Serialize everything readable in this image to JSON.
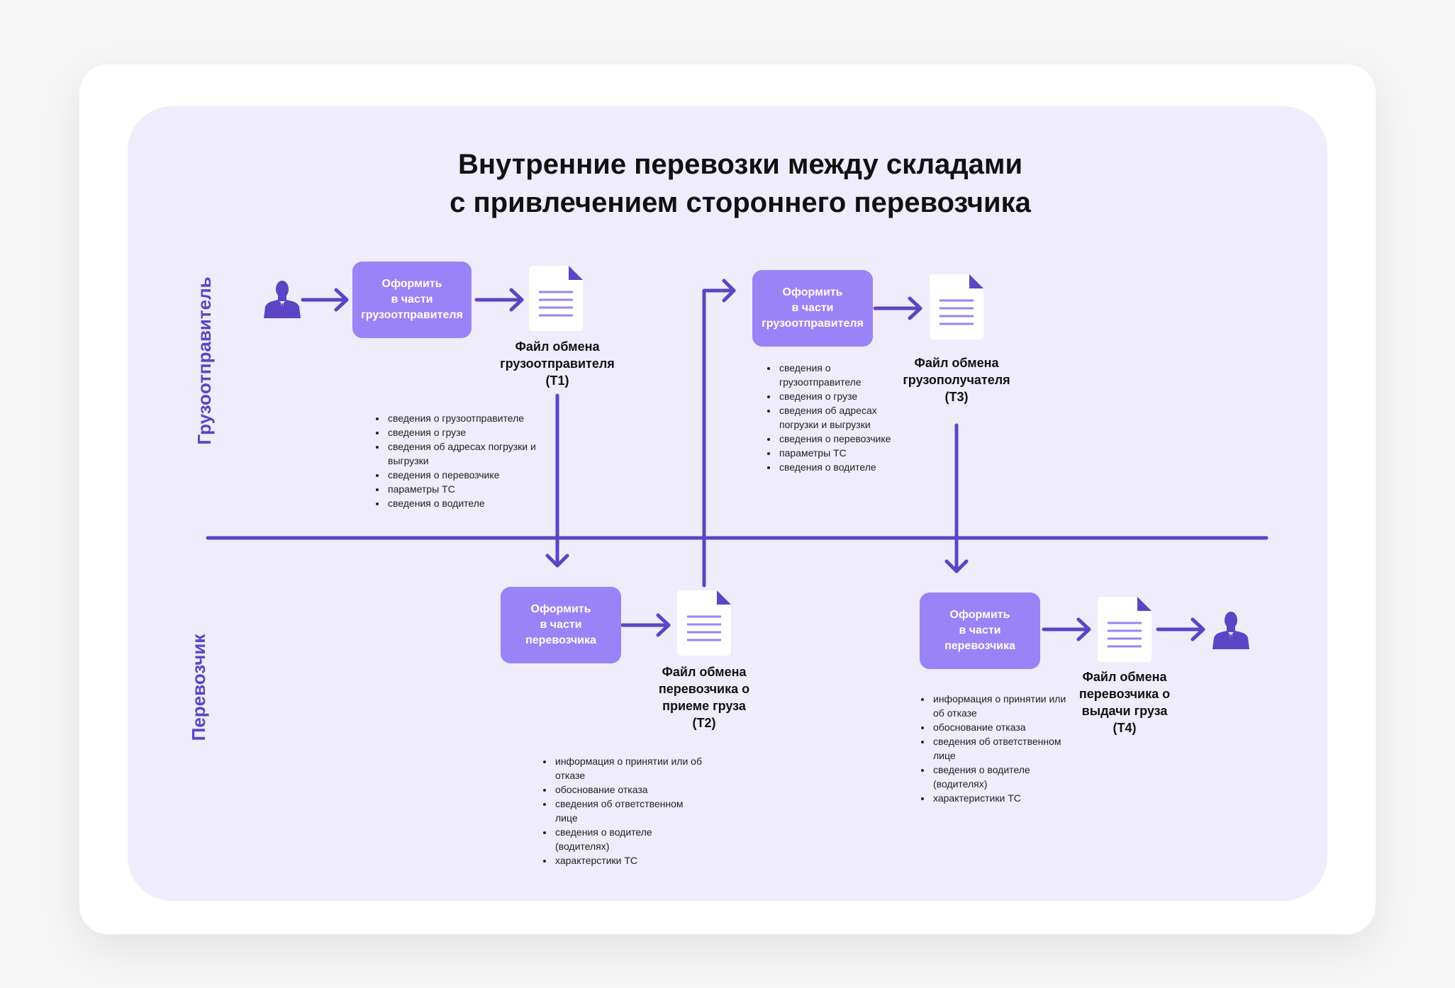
{
  "title": {
    "line1": "Внутренние перевозки между складами",
    "line2": "с привлечением стороннего перевозчика"
  },
  "colors": {
    "accent": "#5b45c4",
    "box": "#9a83f7",
    "panel": "#efecfb"
  },
  "lanes": [
    {
      "label": "Грузоотправитель"
    },
    {
      "label": "Перевозчик"
    }
  ],
  "steps": [
    {
      "box_lines": [
        "Оформить",
        "в части",
        "грузоотправителя"
      ],
      "doc_label": [
        "Файл обмена",
        "грузоотправителя",
        "(Т1)"
      ],
      "details": [
        "сведения о грузоотправителе",
        "сведения о грузе",
        "сведения об адресах погрузки и выгрузки",
        "сведения о перевозчике",
        "параметры ТС",
        "сведения о водителе"
      ]
    },
    {
      "box_lines": [
        "Оформить",
        "в части",
        "перевозчика"
      ],
      "doc_label": [
        "Файл обмена",
        "перевозчика о",
        "приеме груза",
        "(Т2)"
      ],
      "details": [
        "информация о принятии или об отказе",
        "обоснование отказа",
        "сведения об ответственном лице",
        "сведения о водителе (водителях)",
        "характерстики ТС"
      ]
    },
    {
      "box_lines": [
        "Оформить",
        "в части",
        "грузоотправителя"
      ],
      "doc_label": [
        "Файл обмена",
        "грузополучателя",
        "(Т3)"
      ],
      "details": [
        "сведения о грузоотправителе",
        "сведения о грузе",
        "сведения об адресах погрузки и выгрузки",
        "сведения о перевозчике",
        "параметры ТС",
        "сведения о водителе"
      ]
    },
    {
      "box_lines": [
        "Оформить",
        "в части",
        "перевозчика"
      ],
      "doc_label": [
        "Файл обмена",
        "перевозчика о",
        "выдачи груза",
        "(Т4)"
      ],
      "details": [
        "информация о принятии или об отказе",
        "обоснование отказа",
        "сведения об ответственном лице",
        "сведения о водителе (водителях)",
        "характеристики ТС"
      ]
    }
  ],
  "icons": {
    "start_actor": "person-icon",
    "end_actor": "person-icon",
    "document": "document-icon"
  }
}
